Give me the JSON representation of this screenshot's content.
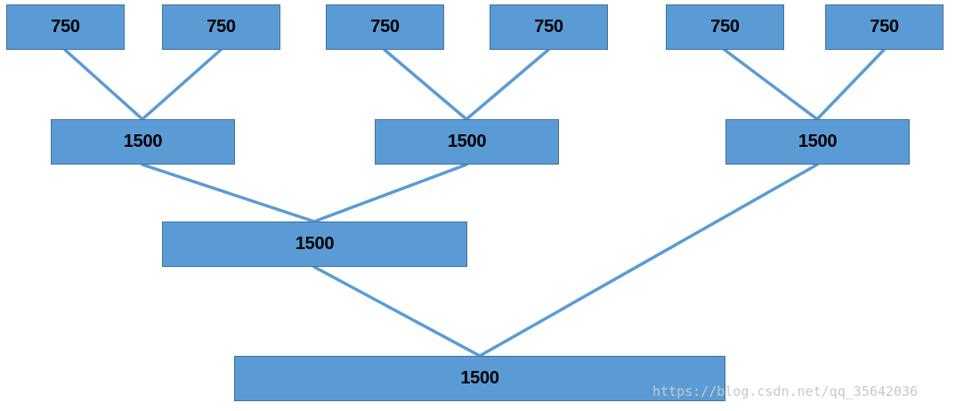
{
  "diagram": {
    "nodes": {
      "l0_1": "750",
      "l0_2": "750",
      "l0_3": "750",
      "l0_4": "750",
      "l0_5": "750",
      "l0_6": "750",
      "l1_1": "1500",
      "l1_2": "1500",
      "l1_3": "1500",
      "l2_1": "1500",
      "l3_1": "1500"
    },
    "colors": {
      "box_fill": "#5b9bd5",
      "box_border": "#41719c",
      "connector": "#5b9bd5",
      "text": "#000000",
      "background": "#ffffff"
    }
  },
  "watermark": "https://blog.csdn.net/qq_35642036"
}
